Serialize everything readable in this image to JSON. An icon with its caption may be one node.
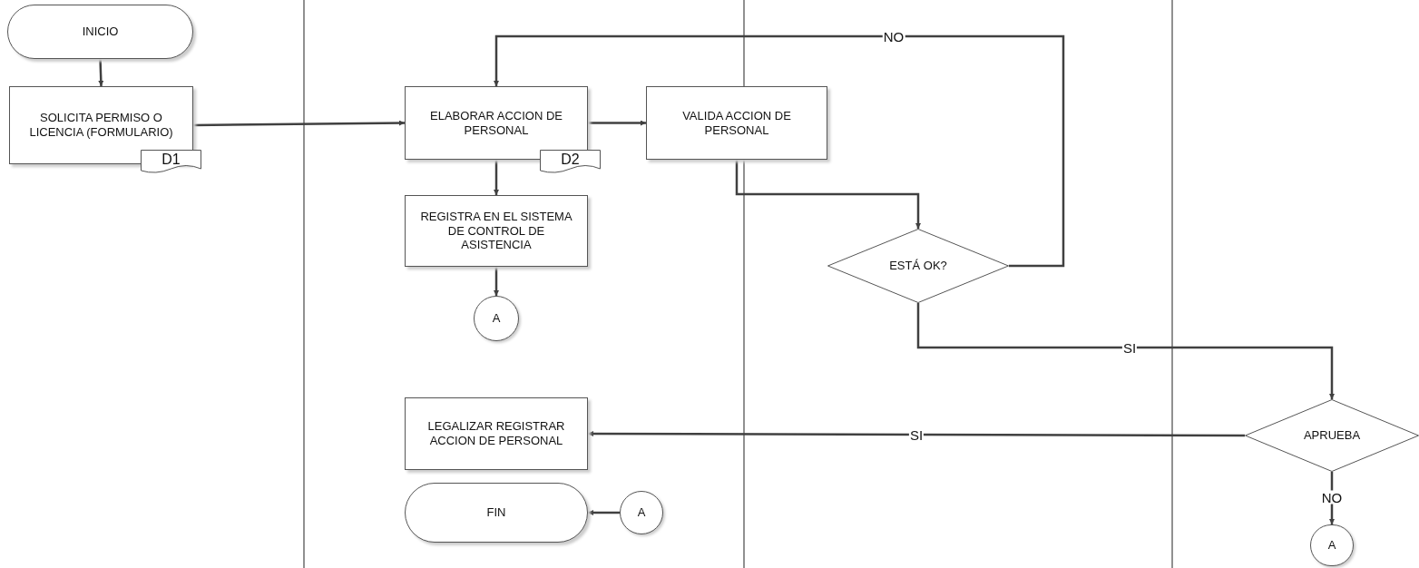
{
  "diagram": {
    "nodes": [
      {
        "text": [
          "INICIO"
        ]
      },
      {
        "text": [
          "SOLICITA PERMISO O LICENCIA (FORMULARIO)"
        ]
      },
      {
        "text": [
          "D1"
        ]
      },
      {
        "text": [
          "ELABORAR ACCION DE PERSONAL"
        ]
      },
      {
        "text": [
          "D2"
        ]
      },
      {
        "text": [
          "VALIDA ACCION DE PERSONAL"
        ]
      },
      {
        "text": [
          "REGISTRA EN EL SISTEMA DE CONTROL DE ASISTENCIA"
        ]
      },
      {
        "text": [
          "A"
        ]
      },
      {
        "text": [
          "ESTÁ OK?"
        ]
      },
      {
        "text": [
          "APRUEBA"
        ]
      },
      {
        "text": [
          "LEGALIZAR REGISTRAR ACCION DE PERSONAL"
        ]
      },
      {
        "text": [
          "FIN"
        ]
      },
      {
        "text": [
          "A"
        ]
      },
      {
        "text": [
          "A"
        ]
      }
    ],
    "edges": [
      {
        "from": 0,
        "to": 1,
        "arrow": "to"
      },
      {
        "from": 1,
        "to": 3,
        "arrow": "to"
      },
      {
        "from": 3,
        "to": 5,
        "arrow": "to"
      },
      {
        "from": 3,
        "to": 6,
        "arrow": "to"
      },
      {
        "from": 6,
        "to": 7,
        "arrow": "to"
      },
      {
        "from": 5,
        "to": 8,
        "arrow": "to"
      },
      {
        "from": 8,
        "to": 3,
        "arrow": "to",
        "label": "NO"
      },
      {
        "from": 8,
        "to": 9,
        "arrow": "to",
        "label": "SI"
      },
      {
        "from": 9,
        "to": 10,
        "arrow": "to",
        "label": "SI"
      },
      {
        "from": 9,
        "to": 13,
        "arrow": "to",
        "label": "NO"
      },
      {
        "from": 12,
        "to": 11,
        "arrow": "to"
      }
    ]
  }
}
